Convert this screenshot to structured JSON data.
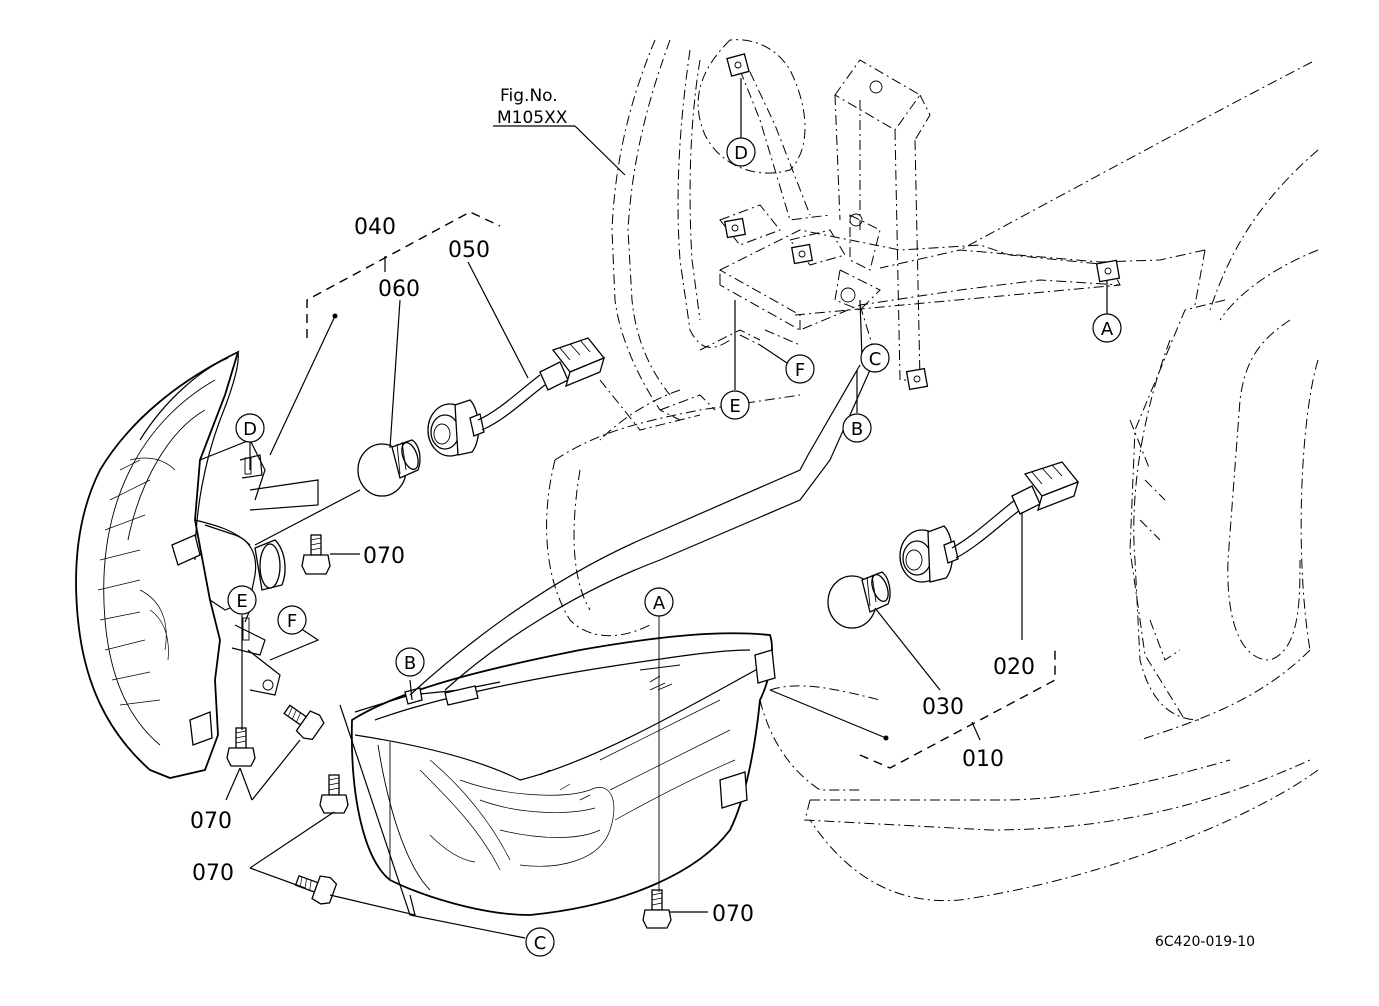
{
  "figure": {
    "fig_no_label": "Fig.No.",
    "fig_no_value": "M105XX",
    "drawing_code": "6C420-019-10"
  },
  "parts": {
    "p010": "010",
    "p020": "020",
    "p030": "030",
    "p040": "040",
    "p050": "050",
    "p060": "060",
    "p070_a": "070",
    "p070_b": "070",
    "p070_c": "070",
    "p070_d": "070"
  },
  "callouts": {
    "a_top": "A",
    "a_bottom": "A",
    "b_top": "B",
    "b_left": "B",
    "c_top": "C",
    "c_bottom": "C",
    "d_top": "D",
    "d_left": "D",
    "e_top": "E",
    "e_left": "E",
    "f_top": "F",
    "f_left": "F"
  }
}
